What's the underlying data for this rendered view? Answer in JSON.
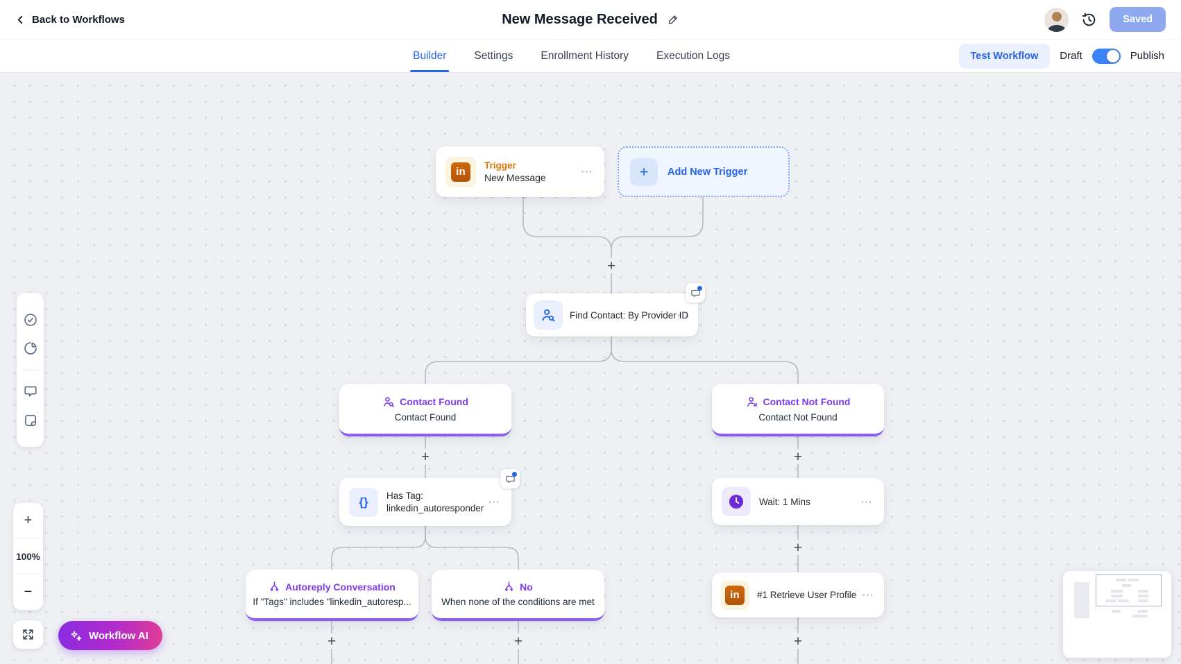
{
  "header": {
    "back_label": "Back to Workflows",
    "title": "New Message Received",
    "saved_button": "Saved"
  },
  "tabbar": {
    "tabs": [
      "Builder",
      "Settings",
      "Enrollment History",
      "Execution Logs"
    ],
    "active_tab": "Builder",
    "test_workflow_button": "Test Workflow",
    "draft_label": "Draft",
    "publish_label": "Publish",
    "publish_toggle_state": "on"
  },
  "glyphs": {
    "plus": "+",
    "minus": "−",
    "menu": "⋯",
    "braces": "{}",
    "linkedin": "in"
  },
  "canvas": {
    "zoom_level": "100%",
    "workflow_ai_button": "Workflow AI",
    "nodes": {
      "trigger": {
        "category": "Trigger",
        "title": "New Message",
        "icon": "linkedin-icon"
      },
      "add_trigger": {
        "label": "Add New Trigger"
      },
      "find_contact": {
        "title": "Find Contact: By Provider ID",
        "icon": "person-search-icon",
        "has_comment_badge": true
      },
      "contact_found": {
        "title": "Contact Found",
        "subtitle": "Contact Found",
        "icon": "person-search-icon"
      },
      "contact_not_found": {
        "title": "Contact Not Found",
        "subtitle": "Contact Not Found",
        "icon": "person-x-icon"
      },
      "has_tag": {
        "title_line1": "Has Tag:",
        "title_line2": "linkedin_autoresponder",
        "icon": "braces-icon",
        "has_comment_badge": true
      },
      "wait": {
        "title": "Wait: 1 Mins",
        "icon": "clock-icon"
      },
      "autoreply": {
        "title": "Autoreply Conversation",
        "subtitle": "If \"Tags\" includes \"linkedin_autoresp...",
        "icon": "branch-icon"
      },
      "no_branch": {
        "title": "No",
        "subtitle": "When none of the conditions are met",
        "icon": "branch-icon"
      },
      "retrieve_profile": {
        "title": "#1 Retrieve User Profile",
        "icon": "linkedin-icon"
      }
    }
  },
  "colors": {
    "accent_blue": "#2563eb",
    "accent_purple": "#7c3aed",
    "branch_border_purple": "#8b5cf6",
    "accent_orange": "#d97708",
    "saved_button_bg": "#8ea9ef",
    "canvas_bg": "#eef0f4",
    "workflow_ai_gradient": [
      "#8a2be2",
      "#e03d94"
    ]
  }
}
